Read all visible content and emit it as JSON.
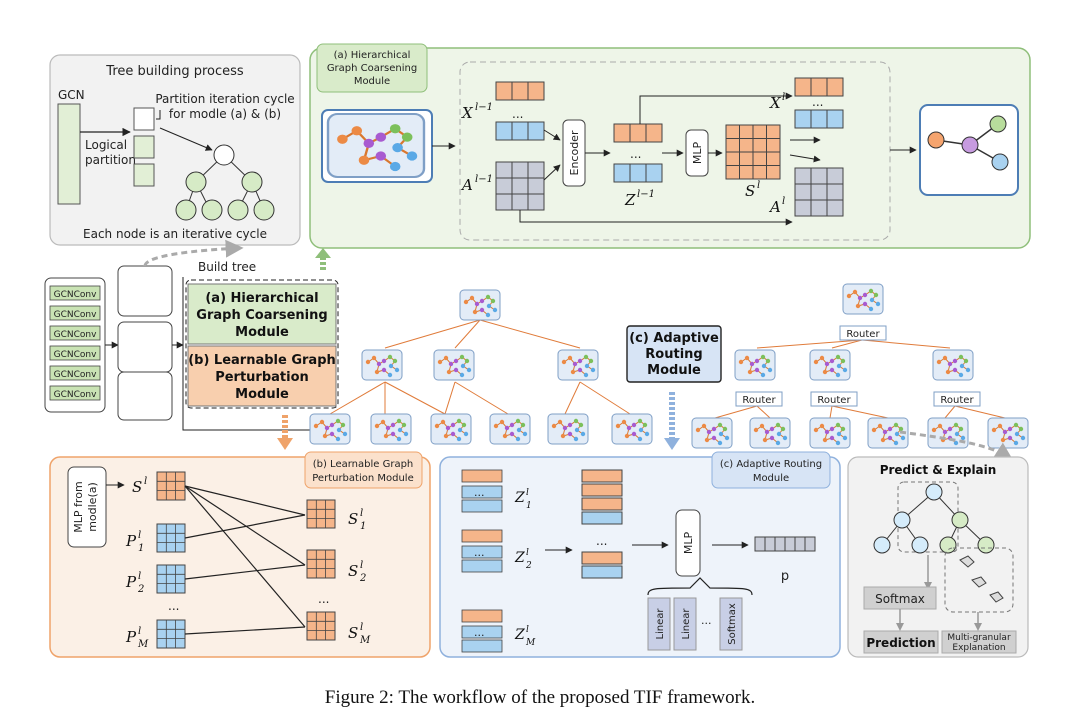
{
  "caption": "Figure 2: The workflow of the proposed TIF framework.",
  "tree_building": {
    "title": "Tree building process",
    "gcn_label": "GCN",
    "logical_partition": [
      "Logical",
      "partition"
    ],
    "cycle_text": [
      "Partition iteration cycle",
      "for modle (a) & (b)"
    ],
    "note": "Each node is an iterative cycle"
  },
  "module_a": {
    "tag": [
      "(a) Hierarchical",
      "Graph Coarsening",
      "Module"
    ],
    "encoder": "Encoder",
    "mlp": "MLP",
    "vars": {
      "x_in": "X",
      "x_in_sup": "l−1",
      "a_in": "A",
      "a_in_sup": "l−1",
      "z": "Z",
      "z_sup": "l−1",
      "s": "S",
      "s_sup": "l",
      "x_out": "X",
      "x_out_sup": "l",
      "a_out": "A",
      "a_out_sup": "l"
    },
    "dots": "..."
  },
  "middle": {
    "gcnconv": "GCNConv",
    "build_tree": "Build tree",
    "box_a": [
      "(a) Hierarchical",
      "Graph Coarsening",
      "Module"
    ],
    "box_b": [
      "(b) Learnable Graph",
      "Perturbation",
      "Module"
    ],
    "box_c": [
      "(c) Adaptive",
      "Routing",
      "Module"
    ],
    "router": "Router"
  },
  "module_b": {
    "tag": [
      "(b) Learnable Graph",
      "Perturbation Module"
    ],
    "mlp_from": [
      "MLP from",
      "modle(a)"
    ],
    "s": "S",
    "s_sup": "l",
    "p_labels": [
      {
        "base": "P",
        "sub": "1",
        "sup": "l"
      },
      {
        "base": "P",
        "sub": "2",
        "sup": "l"
      },
      {
        "base": "P",
        "sub": "M",
        "sup": "l"
      }
    ],
    "s_out": [
      {
        "base": "S",
        "sub": "1",
        "sup": "l"
      },
      {
        "base": "S",
        "sub": "2",
        "sup": "l"
      },
      {
        "base": "S",
        "sub": "M",
        "sup": "l"
      }
    ],
    "dots": "..."
  },
  "module_c": {
    "tag": [
      "(c) Adaptive Routing",
      "Module"
    ],
    "z_labels": [
      {
        "base": "Z",
        "sub": "1",
        "sup": "l"
      },
      {
        "base": "Z",
        "sub": "2",
        "sup": "l"
      },
      {
        "base": "Z",
        "sub": "M",
        "sup": "l"
      }
    ],
    "mlp": "MLP",
    "p": "p",
    "layers": [
      "Linear",
      "Linear",
      "Softmax"
    ],
    "dots": "..."
  },
  "predict": {
    "title": "Predict  &  Explain",
    "softmax": "Softmax",
    "prediction": "Prediction",
    "explanation": [
      "Multi-granular",
      "Explanation"
    ]
  },
  "colors": {
    "green_bg": "#eef5e8",
    "green_border": "#8fbf7a",
    "orange_bg": "#fbf0e6",
    "orange_border": "#efa36a",
    "blue_bg": "#eef3fa",
    "blue_border": "#8fb1dd",
    "gray_bg": "#f2f2f2"
  }
}
